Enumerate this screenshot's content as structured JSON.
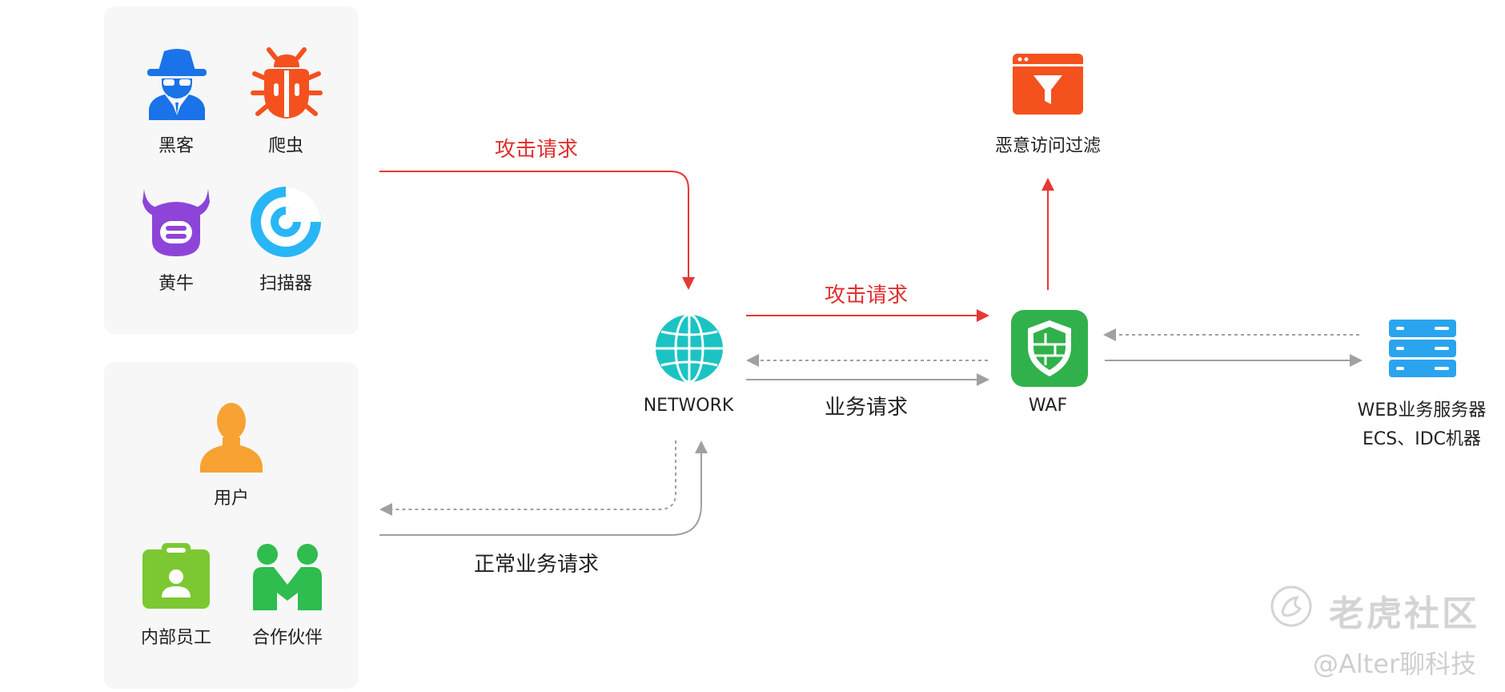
{
  "actors_bad": [
    {
      "label": "黑客",
      "icon": "hacker-icon"
    },
    {
      "label": "爬虫",
      "icon": "bug-icon"
    },
    {
      "label": "黄牛",
      "icon": "scalper-icon"
    },
    {
      "label": "扫描器",
      "icon": "scanner-icon"
    }
  ],
  "actors_good": [
    {
      "label": "用户",
      "icon": "user-icon"
    },
    {
      "label": "内部员工",
      "icon": "badge-icon"
    },
    {
      "label": "合作伙伴",
      "icon": "partners-icon"
    }
  ],
  "nodes": {
    "network": "NETWORK",
    "waf": "WAF",
    "server_line1": "WEB业务服务器",
    "server_line2": "ECS、IDC机器",
    "filter": "恶意访问过滤"
  },
  "flows": {
    "attack_left": "攻击请求",
    "attack_mid": "攻击请求",
    "business": "业务请求",
    "normal_business": "正常业务请求"
  },
  "watermark": {
    "brand": "老虎社区",
    "handle": "@Alter聊科技"
  },
  "colors": {
    "attack": "#e53935",
    "normal": "#9e9e9e",
    "hacker": "#1a73e8",
    "bug": "#f4511e",
    "scalper": "#8e44d9",
    "scanner": "#29b6f6",
    "user": "#f7a233",
    "employee": "#7cc832",
    "partner": "#2ebd4e",
    "network": "#1cc3c3",
    "waf": "#31b14b",
    "server": "#2aa4ee",
    "filter": "#f4511e"
  }
}
